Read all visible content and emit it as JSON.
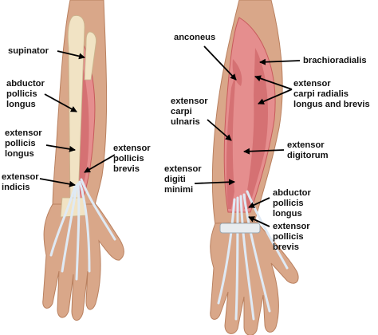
{
  "colors": {
    "skin": "#d9a789",
    "skin_shadow": "#b9805f",
    "muscle": "#e58e8e",
    "muscle_dark": "#c85a5c",
    "bone": "#f1e3c4",
    "tendon": "#dfeaf5",
    "tendon_outline": "#8fb0cf",
    "retinaculum": "#e8ecef",
    "pointer": "#000000"
  },
  "left_view": {
    "labels": {
      "supinator": "supinator",
      "abductor_pollicis_longus": "abductor\npollicis\nlongus",
      "extensor_pollicis_longus": "extensor\npollicis\nlongus",
      "extensor_pollicis_brevis": "extensor\npollicis\nbrevis",
      "extensor_indicis": "extensor\nindicis"
    }
  },
  "right_view": {
    "labels": {
      "anconeus": "anconeus",
      "brachioradialis": "brachioradialis",
      "extensor_carpi_radialis": "extensor\ncarpi radialis\nlongus and brevis",
      "extensor_carpi_ulnaris": "extensor\ncarpi\nulnaris",
      "extensor_digitorum": "extensor\ndigitorum",
      "extensor_digiti_minimi": "extensor\ndigiti\nminimi",
      "abductor_pollicis_longus": "abductor\npollicis\nlongus",
      "extensor_pollicis_brevis": "extensor\npollicis\nbrevis"
    }
  }
}
